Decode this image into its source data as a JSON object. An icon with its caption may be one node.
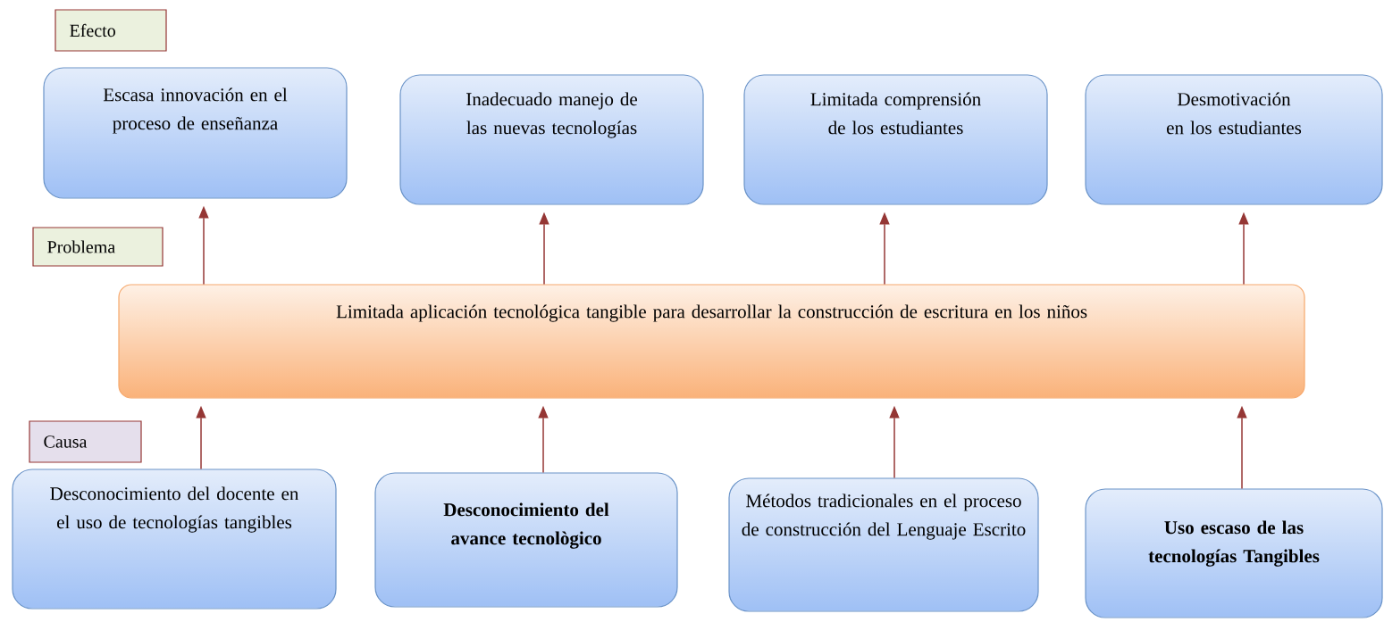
{
  "diagram": {
    "nodes": [
      {
        "text": [
          "Efecto"
        ]
      },
      {
        "text": [
          "Escasa innovación en el proceso de enseñanza"
        ]
      },
      {
        "text": [
          "Inadecuado manejo de las nuevas tecnologías"
        ]
      },
      {
        "text": [
          "Limitada comprensión de los estudiantes"
        ]
      },
      {
        "text": [
          "Desmotivación en los estudiantes"
        ]
      },
      {
        "text": [
          "Problema"
        ]
      },
      {
        "text": [
          "Limitada aplicación tecnológica tangible para desarrollar la construcción de escritura en los niños"
        ]
      },
      {
        "text": [
          "Causa"
        ]
      },
      {
        "text": [
          "Desconocimiento del docente en el  uso de tecnologías tangibles"
        ]
      },
      {
        "text": [
          "Desconocimiento del avance tecnològico"
        ]
      },
      {
        "text": [
          "Métodos tradicionales en el proceso de construcción del Lenguaje Escrito"
        ]
      },
      {
        "text": [
          "Uso escaso de las tecnologías Tangibles"
        ]
      }
    ],
    "edges": [
      {
        "from": 6,
        "to": 1,
        "arrow": "to"
      },
      {
        "from": 6,
        "to": 2,
        "arrow": "to"
      },
      {
        "from": 6,
        "to": 3,
        "arrow": "to"
      },
      {
        "from": 6,
        "to": 4,
        "arrow": "to"
      },
      {
        "from": 8,
        "to": 6,
        "arrow": "to"
      },
      {
        "from": 9,
        "to": 6,
        "arrow": "to"
      },
      {
        "from": 10,
        "to": 6,
        "arrow": "to"
      },
      {
        "from": 11,
        "to": 6,
        "arrow": "to"
      }
    ]
  }
}
